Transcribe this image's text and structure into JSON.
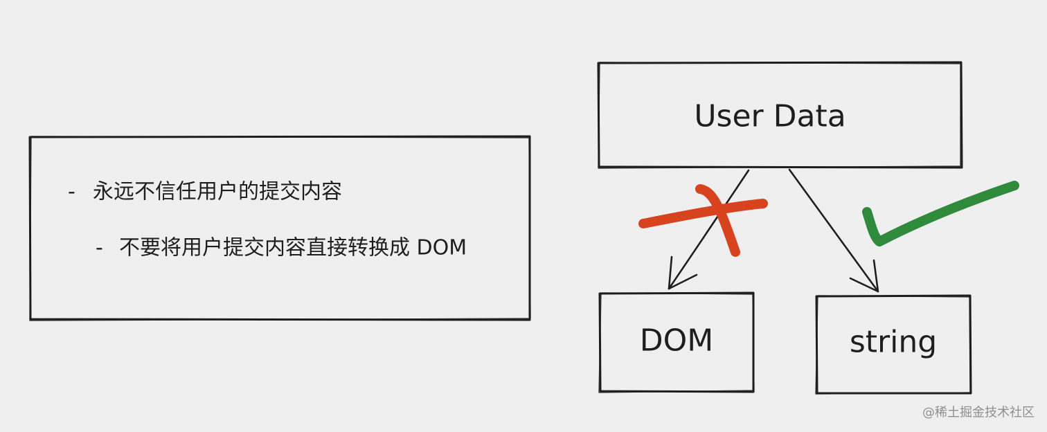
{
  "canvas": {
    "background": "#efefef"
  },
  "rules_box": {
    "items": [
      {
        "bullet": "-",
        "text": "永远不信任用户的提交内容"
      },
      {
        "bullet": "-",
        "text": "不要将用户提交内容直接转换成 DOM"
      }
    ]
  },
  "nodes": {
    "user_data": "User Data",
    "dom": "DOM",
    "string": "string"
  },
  "marks": {
    "reject_icon": "cross-mark",
    "reject_color": "#d8431f",
    "accept_icon": "check-mark",
    "accept_color": "#2f8a3c"
  },
  "watermark": "@稀土掘金技术社区"
}
